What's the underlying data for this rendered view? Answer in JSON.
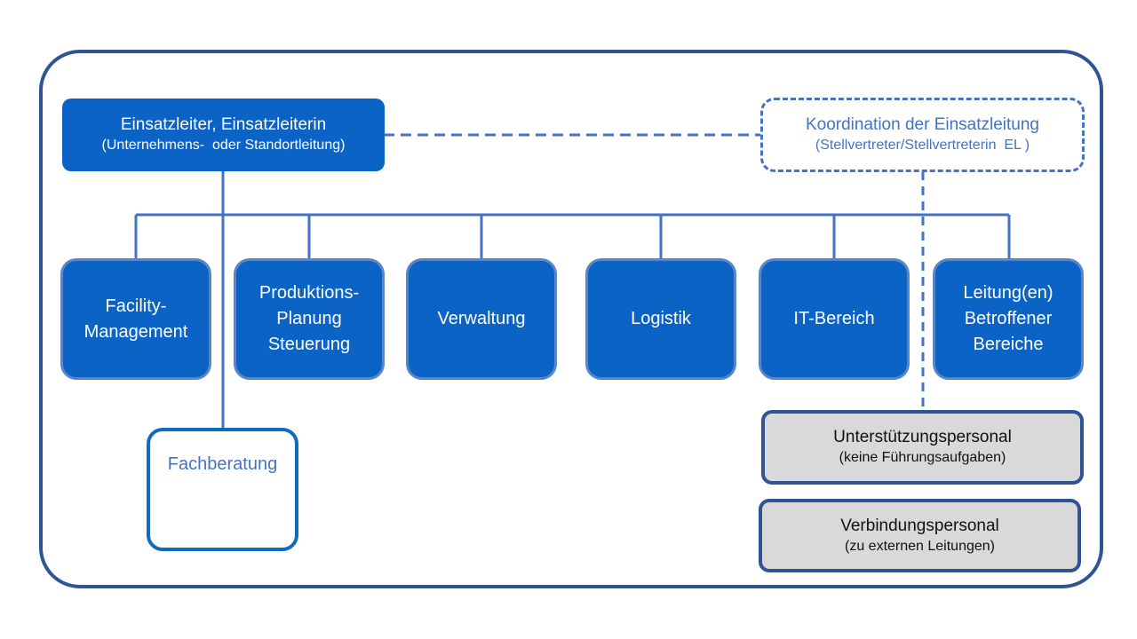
{
  "colors": {
    "frame": "#2f5496",
    "primary_fill": "#0b63c5",
    "connector": "#4472c4",
    "support_fill": "#d9d9d9"
  },
  "leader": {
    "title": "Einsatzleiter, Einsatzleiterin",
    "subtitle": "(Unternehmens-  oder Standortleitung)"
  },
  "coordination": {
    "title": "Koordination der Einsatzleitung",
    "subtitle": "(Stellvertreter/Stellvertreterin  EL )"
  },
  "departments": [
    {
      "lines": [
        "Facility-",
        "Management"
      ]
    },
    {
      "lines": [
        "Produktions-",
        "Planung",
        "Steuerung"
      ]
    },
    {
      "lines": [
        "Verwaltung"
      ]
    },
    {
      "lines": [
        "Logistik"
      ]
    },
    {
      "lines": [
        "IT-Bereich"
      ]
    },
    {
      "lines": [
        "Leitung(en)",
        "Betroffener",
        "Bereiche"
      ]
    }
  ],
  "advice": {
    "label": "Fachberatung"
  },
  "support_staff": {
    "title": "Unterstützungspersonal",
    "subtitle": "(keine Führungsaufgaben)"
  },
  "liaison_staff": {
    "title": "Verbindungspersonal",
    "subtitle": "(zu externen Leitungen)"
  }
}
